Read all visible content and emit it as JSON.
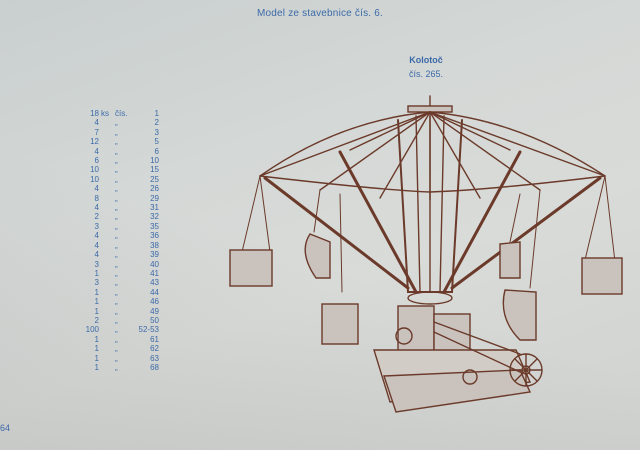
{
  "header": "Model ze stavebnice čís. 6.",
  "model": {
    "title": "Kolotoč",
    "number": "čís. 265."
  },
  "parts_header": {
    "qty": "18",
    "unit": "ks",
    "mark": "čís.",
    "num": "1"
  },
  "parts": [
    {
      "qty": "4",
      "mark": "„",
      "num": "2"
    },
    {
      "qty": "7",
      "mark": "„",
      "num": "3"
    },
    {
      "qty": "12",
      "mark": "„",
      "num": "5"
    },
    {
      "qty": "4",
      "mark": "„",
      "num": "6"
    },
    {
      "qty": "6",
      "mark": "„",
      "num": "10"
    },
    {
      "qty": "10",
      "mark": "„",
      "num": "15"
    },
    {
      "qty": "10",
      "mark": "„",
      "num": "25"
    },
    {
      "qty": "4",
      "mark": "„",
      "num": "26"
    },
    {
      "qty": "8",
      "mark": "„",
      "num": "29"
    },
    {
      "qty": "4",
      "mark": "„",
      "num": "31"
    },
    {
      "qty": "2",
      "mark": "„",
      "num": "32"
    },
    {
      "qty": "3",
      "mark": "„",
      "num": "35"
    },
    {
      "qty": "4",
      "mark": "„",
      "num": "36"
    },
    {
      "qty": "4",
      "mark": "„",
      "num": "38"
    },
    {
      "qty": "4",
      "mark": "„",
      "num": "39"
    },
    {
      "qty": "3",
      "mark": "„",
      "num": "40"
    },
    {
      "qty": "1",
      "mark": "„",
      "num": "41"
    },
    {
      "qty": "3",
      "mark": "„",
      "num": "43"
    },
    {
      "qty": "1",
      "mark": "„",
      "num": "44"
    },
    {
      "qty": "1",
      "mark": "„",
      "num": "46"
    },
    {
      "qty": "1",
      "mark": "„",
      "num": "49"
    },
    {
      "qty": "2",
      "mark": "„",
      "num": "50"
    },
    {
      "qty": "100",
      "mark": "„",
      "num": "52-53"
    },
    {
      "qty": "1",
      "mark": "„",
      "num": "61"
    },
    {
      "qty": "1",
      "mark": "„",
      "num": "62"
    },
    {
      "qty": "1",
      "mark": "„",
      "num": "63"
    },
    {
      "qty": "1",
      "mark": "„",
      "num": "68"
    }
  ],
  "page_number": "64",
  "colors": {
    "ink_blue": "#3c6aa8",
    "ink_brown": "#6b3a2a",
    "paper": "#d6d9d6"
  }
}
